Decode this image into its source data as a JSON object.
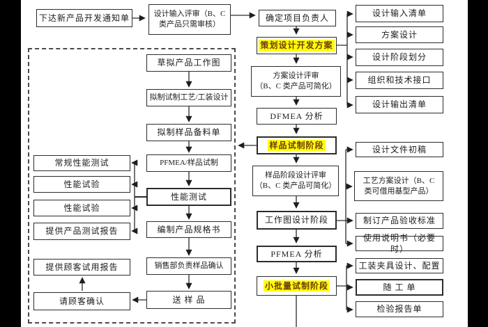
{
  "colors": {
    "highlight_bg": "#ffff00",
    "highlight_text": "#6e3a12",
    "line": "#2a2a2a",
    "letterbox": "#000000"
  },
  "main_flow": {
    "notice": "下达新产品开发通知单",
    "design_input_review": "设计输入评审（B、C\n类产品只需审核）",
    "confirm_leader": "确定项目负责人",
    "plan_design": "策划设计开发方案",
    "scheme_review": "方案设计评审\n（B、C 类产品可简化）",
    "dfmea": "DFMEA 分析",
    "sample_trial_stage": "样品试制阶段",
    "sample_stage_review": "样品阶段设计评审\n（B、C 类产品可简化）",
    "working_drawing_stage": "工作图设计阶段",
    "pfmea": "PFMEA 分析",
    "small_batch_stage": "小批量试制阶段"
  },
  "plan_outputs": [
    "设计输入清单",
    "方案设计",
    "设计阶段划分",
    "组织和技术接口",
    "设计输出清单"
  ],
  "drawing_outputs": [
    "设计文件初稿",
    "工艺方案设计（B、C\n类可借用基型产品）",
    "制订产品验收标准",
    "使用说明书（必要时）"
  ],
  "batch_outputs": [
    "工装夹具设计、配置",
    "随 工 单",
    "检验报告单"
  ],
  "subprocess": {
    "steps": [
      "草拟产品工作图",
      "拟制试制工艺/工装设计",
      "拟制样品备料单",
      "PFMEA/样品试制",
      "性能测试",
      "编制产品规格书",
      "销售部负责样品确认",
      "送 样 品"
    ],
    "tests": [
      "常规性能测试",
      "性能试验",
      "性能试验",
      "提供产品测试报告"
    ],
    "customer_trial_report": "提供顾客试用报告",
    "customer_confirm": "请顾客确认"
  }
}
